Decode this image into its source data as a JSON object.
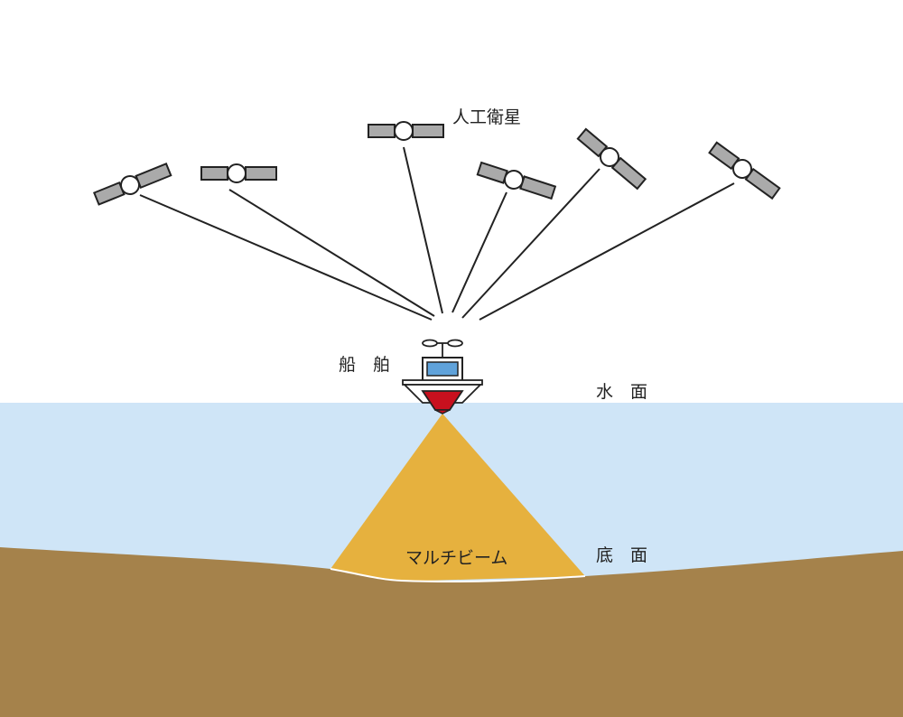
{
  "labels": {
    "satellite": "人工衛星",
    "ship": "船　舶",
    "water_surface": "水　面",
    "seabed": "底　面",
    "multibeam": "マルチビーム"
  },
  "colors": {
    "water": "#cfe5f7",
    "seabed": "#a5824b",
    "beam": "#e6b13e",
    "hull": "#c8101e",
    "cabin_window": "#5fa2da",
    "satellite_panel": "#aaaaaa",
    "line": "#222222"
  },
  "icons": {
    "satellite": "satellite-icon",
    "ship": "ship-icon"
  }
}
